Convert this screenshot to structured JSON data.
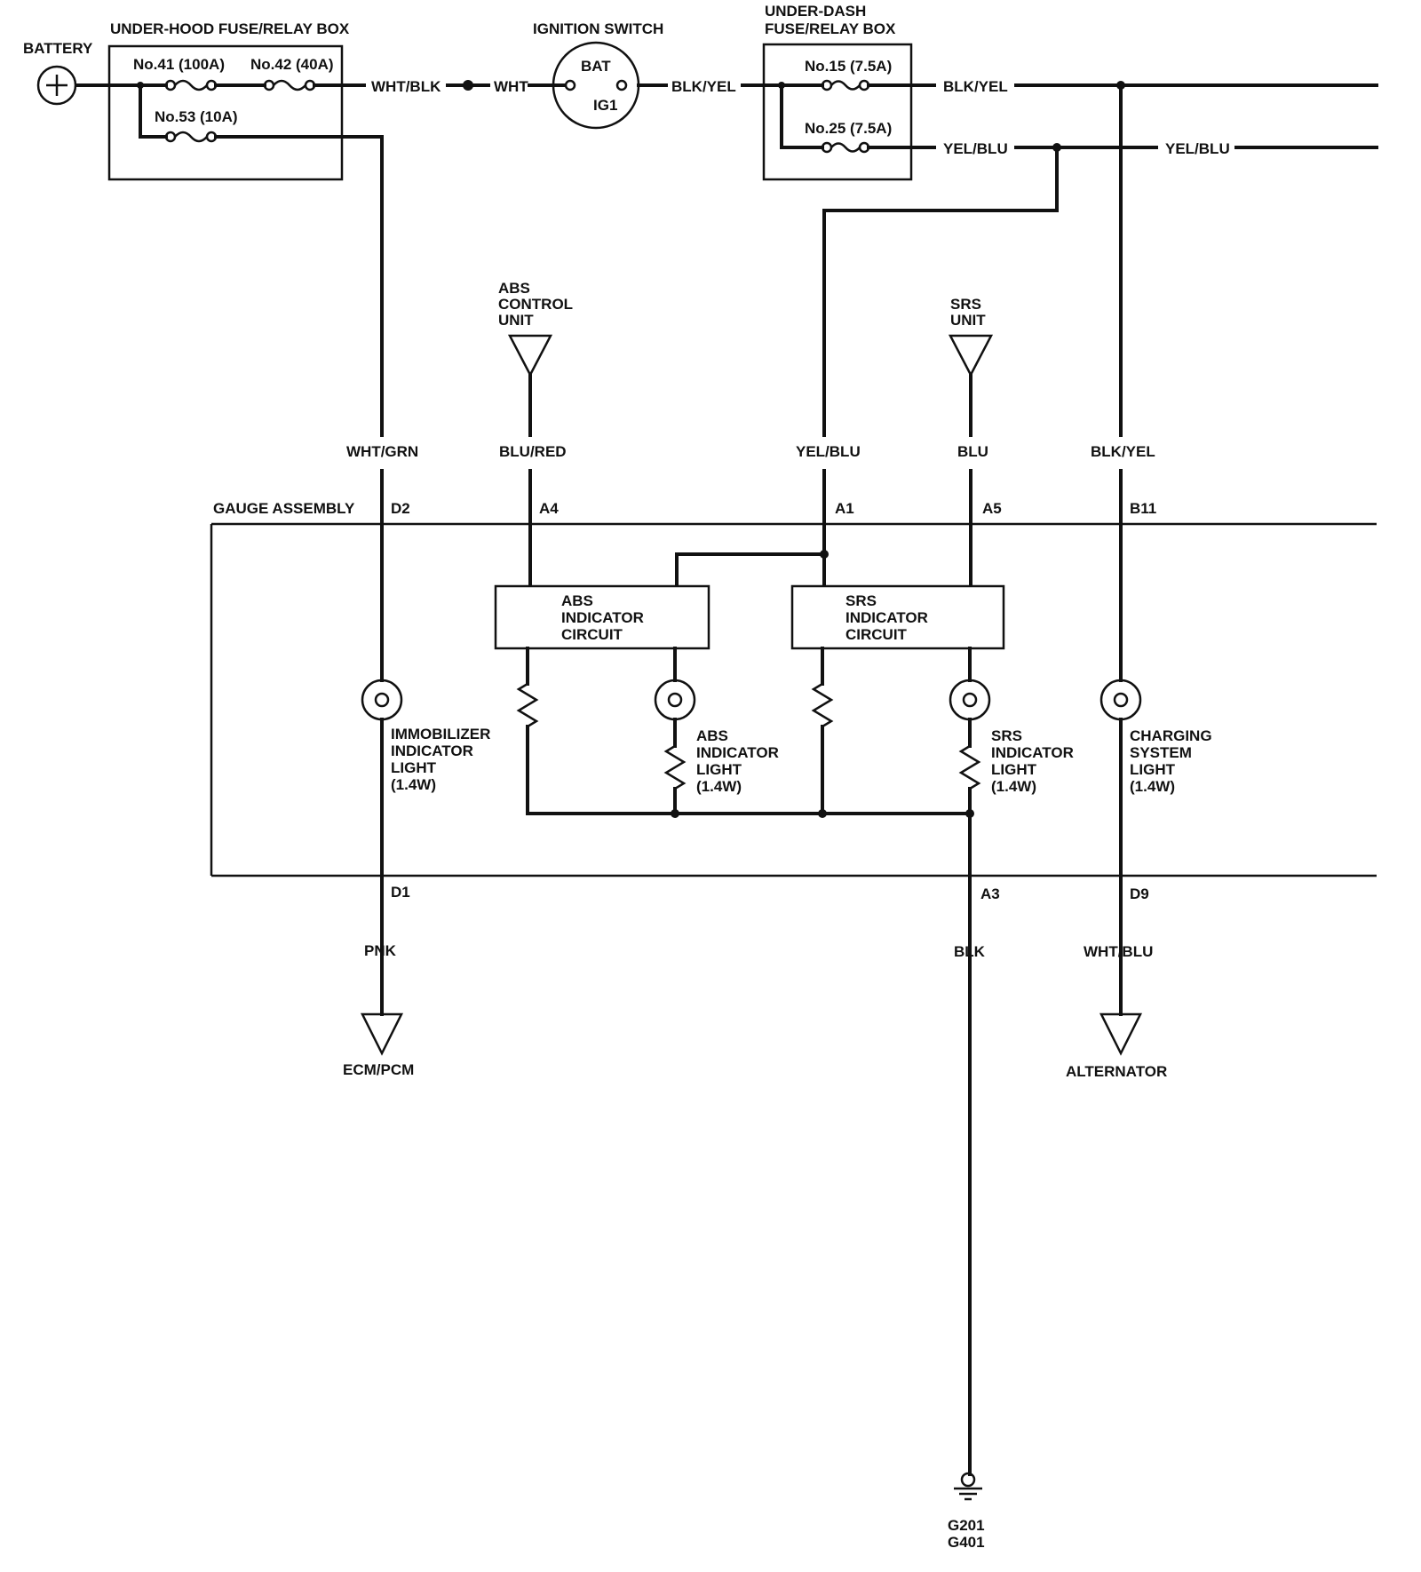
{
  "labels": {
    "battery": "BATTERY",
    "underhood_title": "UNDER-HOOD FUSE/RELAY BOX",
    "fuse41": "No.41 (100A)",
    "fuse42": "No.42 (40A)",
    "fuse53": "No.53 (10A)",
    "ignition_title": "IGNITION SWITCH",
    "ign_bat": "BAT",
    "ign_ig1": "IG1",
    "underdash_title_1": "UNDER-DASH",
    "underdash_title_2": "FUSE/RELAY BOX",
    "fuse15": "No.15 (7.5A)",
    "fuse25": "No.25 (7.5A)",
    "wire_wht_blk": "WHT/BLK",
    "wire_wht": "WHT",
    "wire_blk_yel_1": "BLK/YEL",
    "wire_blk_yel_2": "BLK/YEL",
    "wire_yel_blu_1": "YEL/BLU",
    "wire_yel_blu_2": "YEL/BLU",
    "abs_unit_1": "ABS",
    "abs_unit_2": "CONTROL",
    "abs_unit_3": "UNIT",
    "srs_unit_1": "SRS",
    "srs_unit_2": "UNIT",
    "wire_wht_grn": "WHT/GRN",
    "wire_blu_red": "BLU/RED",
    "wire_yel_blu_3": "YEL/BLU",
    "wire_blu": "BLU",
    "wire_blk_yel_3": "BLK/YEL",
    "gauge_assembly": "GAUGE ASSEMBLY",
    "pin_d2": "D2",
    "pin_a4": "A4",
    "pin_a1": "A1",
    "pin_a5": "A5",
    "pin_b11": "B11",
    "abs_circuit_1": "ABS",
    "abs_circuit_2": "INDICATOR",
    "abs_circuit_3": "CIRCUIT",
    "srs_circuit_1": "SRS",
    "srs_circuit_2": "INDICATOR",
    "srs_circuit_3": "CIRCUIT",
    "immob_1": "IMMOBILIZER",
    "immob_2": "INDICATOR",
    "immob_3": "LIGHT",
    "immob_4": "(1.4W)",
    "abs_light_1": "ABS",
    "abs_light_2": "INDICATOR",
    "abs_light_3": "LIGHT",
    "abs_light_4": "(1.4W)",
    "srs_light_1": "SRS",
    "srs_light_2": "INDICATOR",
    "srs_light_3": "LIGHT",
    "srs_light_4": "(1.4W)",
    "chg_light_1": "CHARGING",
    "chg_light_2": "SYSTEM",
    "chg_light_3": "LIGHT",
    "chg_light_4": "(1.4W)",
    "pin_d1": "D1",
    "pin_a3": "A3",
    "pin_d9": "D9",
    "wire_pnk": "PNK",
    "wire_blk": "BLK",
    "wire_wht_blu": "WHT/BLU",
    "ecm_pcm": "ECM/PCM",
    "alternator": "ALTERNATOR",
    "ground_1": "G201",
    "ground_2": "G401"
  }
}
